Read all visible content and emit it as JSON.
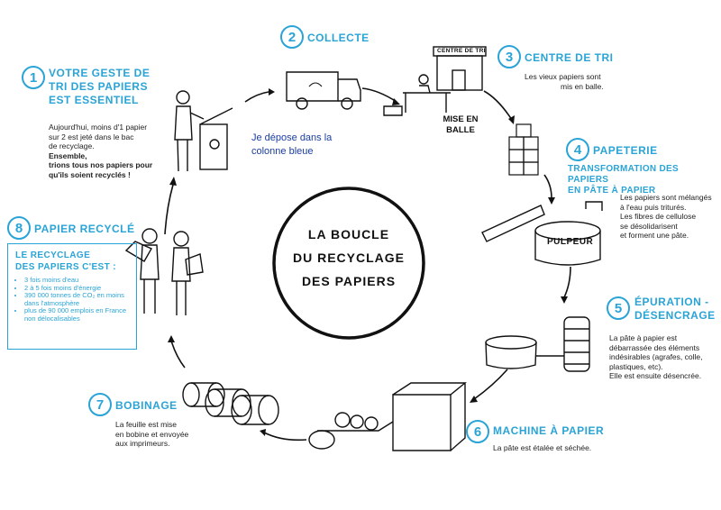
{
  "center_title": [
    "LA BOUCLE",
    "DU RECYCLAGE",
    "DES PAPIERS"
  ],
  "note": "Je dépose dans la colonne bleue",
  "steps": [
    {
      "num": "1",
      "title": [
        "VOTRE GESTE DE",
        "TRI DES PAPIERS",
        "EST ESSENTIEL"
      ],
      "desc_lines": [
        "Aujourd'hui, moins d'1 papier",
        "sur 2 est jeté dans le bac",
        "de recyclage."
      ],
      "desc_bold": [
        "Ensemble,",
        "trions tous nos papiers pour",
        "qu'ils soient recyclés !"
      ]
    },
    {
      "num": "2",
      "title": [
        "COLLECTE"
      ]
    },
    {
      "num": "3",
      "title": [
        "CENTRE DE TRI"
      ],
      "desc_lines": [
        "Les vieux papiers sont",
        "mis en balle."
      ]
    },
    {
      "num": "4",
      "title": [
        "PAPETERIE"
      ],
      "subtitle": [
        "TRANSFORMATION DES PAPIERS",
        "EN PÂTE À PAPIER"
      ],
      "desc_lines": [
        "Les papiers sont mélangés",
        "à l'eau puis triturés.",
        "Les fibres de cellulose",
        "se désolidarisent",
        "et forment une pâte."
      ]
    },
    {
      "num": "5",
      "title": [
        "ÉPURATION -",
        "DÉSENCRAGE"
      ],
      "desc_lines": [
        "La pâte à papier est",
        "débarrassée des éléments",
        "indésirables (agrafes, colle,",
        "plastiques, etc).",
        "Elle est ensuite désencrée."
      ]
    },
    {
      "num": "6",
      "title": [
        "MACHINE À PAPIER"
      ],
      "desc_lines": [
        "La pâte est étalée et séchée."
      ]
    },
    {
      "num": "7",
      "title": [
        "BOBINAGE"
      ],
      "desc_lines": [
        "La feuille est mise",
        "en bobine et envoyée",
        "aux imprimeurs."
      ]
    },
    {
      "num": "8",
      "title": [
        "PAPIER RECYCLÉ"
      ]
    }
  ],
  "labels": {
    "centre_sign": "CENTRE DE TRI",
    "mise_en_balle": [
      "MISE EN",
      "BALLE"
    ],
    "pulpeur": "PULPEUR"
  },
  "box": {
    "title": [
      "LE RECYCLAGE",
      "DES PAPIERS C'EST :"
    ],
    "items": [
      "3 fois moins d'eau",
      "2 à 5 fois moins d'énergie",
      "390 000 tonnes de CO₂ en moins dans l'atmosphère",
      "plus de 90 000 emplois en France non délocalisables"
    ]
  },
  "colors": {
    "accent": "#2aa4d6",
    "note": "#1a3ea0",
    "ink": "#111111"
  }
}
